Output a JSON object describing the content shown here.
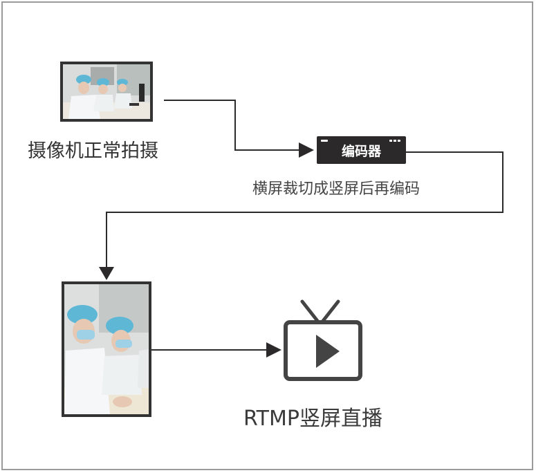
{
  "diagram": {
    "camera_caption": "摄像机正常拍摄",
    "encoder_label": "编码器",
    "encoder_caption": "横屏裁切成竖屏后再编码",
    "output_caption": "RTMP竖屏直播"
  },
  "icons": {
    "landscape_photo": "landscape-photo",
    "portrait_photo": "portrait-photo",
    "tv": "tv-play-icon"
  },
  "colors": {
    "line": "#2b2929",
    "text": "#333333",
    "frame": "#9a9a9a"
  }
}
